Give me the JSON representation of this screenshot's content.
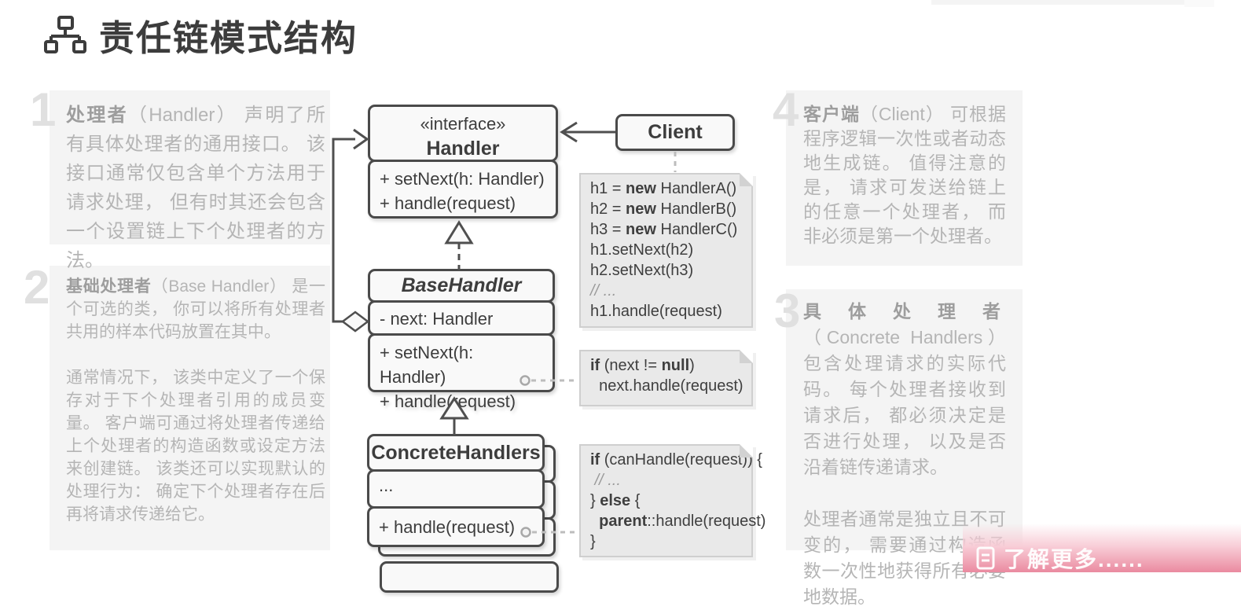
{
  "page": {
    "title": "责任链模式结构",
    "title_icon": "sitemap-icon"
  },
  "sections": [
    {
      "num": "1",
      "lead": "处理者",
      "rest": "（Handler） 声明了所有具体处理者的通用接口。 该接口通常仅包含单个方法用于请求处理， 但有时其还会包含一个设置链上下个处理者的方法。"
    },
    {
      "num": "2",
      "lead": "基础处理者",
      "rest": "（Base Handler） 是一个可选的类， 你可以将所有处理者共用的样本代码放置在其中。",
      "para2": "通常情况下， 该类中定义了一个保存对于下个处理者引用的成员变量。 客户端可通过将处理者传递给上个处理者的构造函数或设定方法来创建链。 该类还可以实现默认的处理行为： 确定下个处理者存在后再将请求传递给它。"
    },
    {
      "num": "3",
      "lead": "具体处理者",
      "rest": "（Concrete Handlers） 包含处理请求的实际代码。 每个处理者接收到请求后， 都必须决定是否进行处理， 以及是否沿着链传递请求。",
      "para2": "处理者通常是独立且不可变的， 需要通过构造函数一次性地获得所有必要地数据。"
    },
    {
      "num": "4",
      "lead": "客户端",
      "rest": "（Client） 可根据程序逻辑一次性或者动态地生成链。 值得注意的是， 请求可发送给链上的任意一个处理者， 而非必须是第一个处理者。"
    }
  ],
  "uml": {
    "handler": {
      "stereotype": "«interface»",
      "name": "Handler",
      "methods": [
        "+ setNext(h: Handler)",
        "+ handle(request)"
      ]
    },
    "base_handler": {
      "name": "BaseHandler",
      "fields": [
        "- next: Handler"
      ],
      "methods": [
        "+ setNext(h: Handler)",
        "+ handle(request)"
      ]
    },
    "concrete_handlers": {
      "name": "ConcreteHandlers",
      "fields": [
        "..."
      ],
      "methods": [
        "+ handle(request)"
      ]
    },
    "client": {
      "name": "Client"
    }
  },
  "notes": {
    "client_code": {
      "lines": [
        [
          {
            "t": "h1 = "
          },
          {
            "t": "new",
            "b": true
          },
          {
            "t": " HandlerA()"
          }
        ],
        [
          {
            "t": "h2 = "
          },
          {
            "t": "new",
            "b": true
          },
          {
            "t": " HandlerB()"
          }
        ],
        [
          {
            "t": "h3 = "
          },
          {
            "t": "new",
            "b": true
          },
          {
            "t": " HandlerC()"
          }
        ],
        [
          {
            "t": "h1.setNext(h2)"
          }
        ],
        [
          {
            "t": "h2.setNext(h3)"
          }
        ],
        [
          {
            "t": "// ...",
            "c": true
          }
        ],
        [
          {
            "t": "h1.handle(request)"
          }
        ]
      ]
    },
    "base_handle_code": {
      "lines": [
        [
          {
            "t": "if",
            "b": true
          },
          {
            "t": " (next != "
          },
          {
            "t": "null",
            "b": true
          },
          {
            "t": ")"
          }
        ],
        [
          {
            "t": "  next.handle(request)"
          }
        ]
      ]
    },
    "concrete_handle_code": {
      "lines": [
        [
          {
            "t": "if",
            "b": true
          },
          {
            "t": " (canHandle(request)) {"
          }
        ],
        [
          {
            "t": " "
          },
          {
            "t": "// ...",
            "c": true
          }
        ],
        [
          {
            "t": "} "
          },
          {
            "t": "else",
            "b": true
          },
          {
            "t": " {"
          }
        ],
        [
          {
            "t": "  "
          },
          {
            "t": "parent",
            "b": true
          },
          {
            "t": "::handle(request)"
          }
        ],
        [
          {
            "t": "}"
          }
        ]
      ]
    }
  },
  "learn_more": {
    "label": "了解更多......",
    "icon": "book-icon"
  },
  "colors": {
    "accent_pink": "#ea8aa0",
    "panel_bg": "#f4f4f4",
    "box_border": "#4a4a4a",
    "box_fill": "#f9f9f9",
    "note_bg": "#e9e9e9",
    "side_text": "#b5b5b5"
  }
}
